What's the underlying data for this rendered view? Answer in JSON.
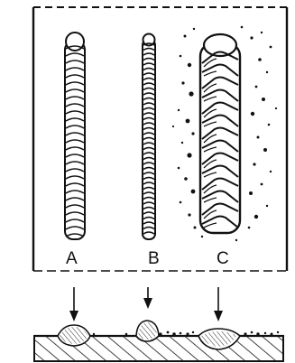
{
  "beads": [
    {
      "label": "A",
      "type": "normal"
    },
    {
      "label": "B",
      "type": "narrow"
    },
    {
      "label": "C",
      "type": "spatter"
    }
  ],
  "colors": {
    "ink": "#111111",
    "background": "#ffffff"
  }
}
